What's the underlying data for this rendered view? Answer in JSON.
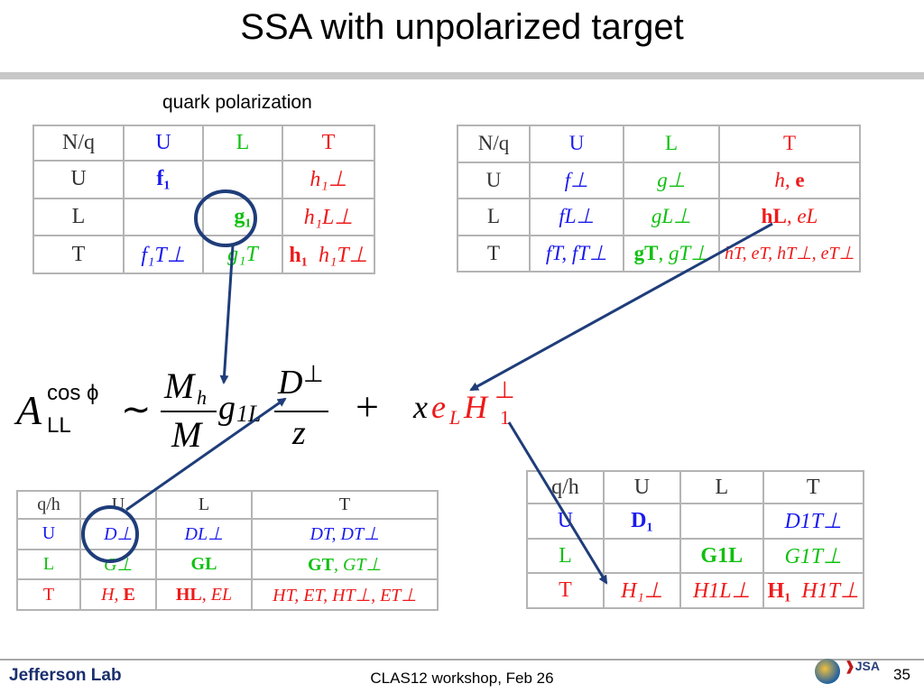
{
  "slide": {
    "title": "SSA with unpolarized  target",
    "caption": "quark polarization",
    "footer": "CLAS12 workshop,  Feb 26",
    "page_number": "35",
    "logo_text": "Jefferson Lab",
    "logo_jsa": "JSA"
  },
  "table1": {
    "header": [
      "N/q",
      "U",
      "L",
      "T"
    ],
    "rows": [
      [
        "U",
        "f₁",
        "",
        "h₁⊥"
      ],
      [
        "L",
        "",
        "g₁",
        "h₁L⊥"
      ],
      [
        "T",
        "f₁T⊥",
        "g₁T",
        "h₁",
        "h₁T⊥"
      ]
    ]
  },
  "table2": {
    "header": [
      "N/q",
      "U",
      "L",
      "T"
    ],
    "rows": [
      [
        "U",
        "f⊥",
        "g⊥",
        "h, ",
        "e"
      ],
      [
        "L",
        "fL⊥",
        "gL⊥",
        "hL",
        ", eL"
      ],
      [
        "T",
        "fT, fT⊥",
        "gT",
        ", gT⊥",
        "hT, eT, hT⊥, eT⊥"
      ]
    ]
  },
  "table3": {
    "header": [
      "q/h",
      "U",
      "L",
      "T"
    ],
    "rows": [
      [
        "U",
        "D⊥",
        "DL⊥",
        "DT, DT⊥"
      ],
      [
        "L",
        "G⊥",
        "GL",
        "GT",
        ", GT⊥"
      ],
      [
        "T",
        "H, ",
        "E",
        "HL",
        ", EL",
        "HT, ET, HT⊥, ET⊥"
      ]
    ]
  },
  "table4": {
    "header": [
      "q/h",
      "U",
      "L",
      "T"
    ],
    "rows": [
      [
        "U",
        "D₁",
        "",
        "D1T⊥"
      ],
      [
        "L",
        "",
        "G1L",
        "G1T⊥"
      ],
      [
        "T",
        "H₁⊥",
        "H1L⊥",
        "H₁",
        "H1T⊥"
      ]
    ]
  },
  "formula": {
    "lhs_a": "A",
    "lhs_sup": "cos ϕ",
    "lhs_sub": "LL",
    "sim": "∼",
    "num": "M",
    "num_sub": "h",
    "den": "M",
    "g": "g",
    "g_sub": "1L",
    "d_num": "D",
    "d_sup": "⊥",
    "d_den": "z",
    "plus": "+",
    "x": "x",
    "e": "e",
    "e_sub": "L",
    "h": "H",
    "h_sup": "⊥",
    "h_sub": "1"
  },
  "colors": {
    "blue": "#1a1aee",
    "green": "#10c010",
    "red": "#ee1a1a",
    "arrow": "#1f3d7a"
  }
}
